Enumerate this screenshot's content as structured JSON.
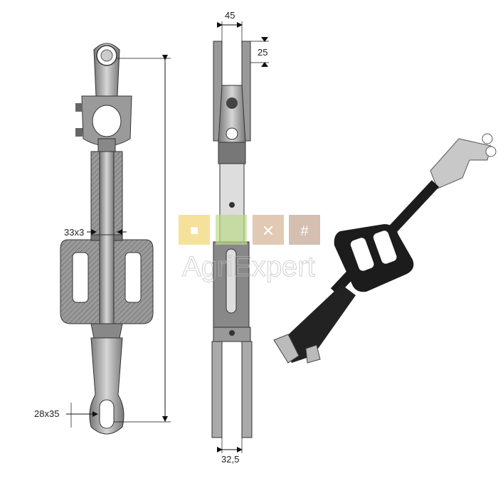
{
  "dimensions": {
    "fork_width": "45",
    "fork_depth": "25",
    "thread": "33x3",
    "eye_slot": "28x35",
    "bottom_fork_width": "32,5"
  },
  "watermark": {
    "brand": "AgriExpert",
    "tile_colors": [
      "#f5dc8a",
      "#bcd98a",
      "#dcc0a8",
      "#cdb5a3"
    ],
    "tile_icons": [
      "tractor-icon",
      "wheelbarrow-icon",
      "tools-icon",
      "fence-icon"
    ]
  },
  "colors": {
    "metal": "#8c8c8c",
    "metal_light": "#c9c9c9",
    "photo_black": "#1c1c1c"
  }
}
